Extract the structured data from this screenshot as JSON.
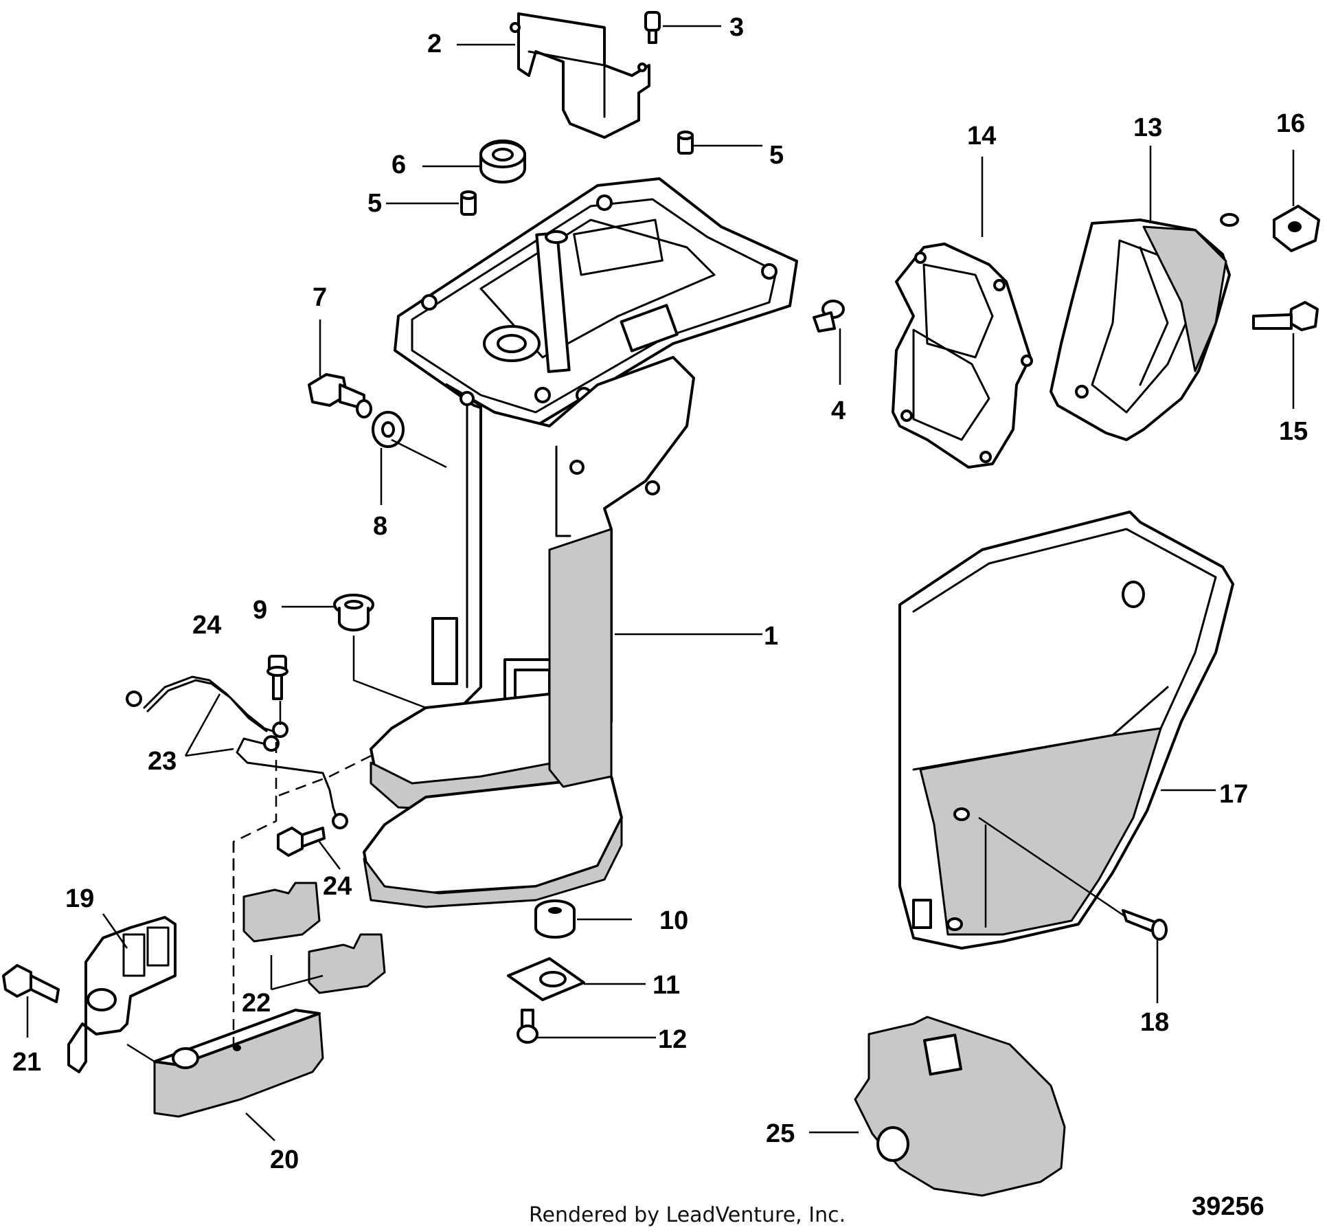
{
  "diagram": {
    "callouts": [
      {
        "id": "1",
        "label": "1"
      },
      {
        "id": "2",
        "label": "2"
      },
      {
        "id": "3",
        "label": "3"
      },
      {
        "id": "4",
        "label": "4"
      },
      {
        "id": "5a",
        "label": "5"
      },
      {
        "id": "5b",
        "label": "5"
      },
      {
        "id": "6",
        "label": "6"
      },
      {
        "id": "7",
        "label": "7"
      },
      {
        "id": "8",
        "label": "8"
      },
      {
        "id": "9",
        "label": "9"
      },
      {
        "id": "10",
        "label": "10"
      },
      {
        "id": "11",
        "label": "11"
      },
      {
        "id": "12",
        "label": "12"
      },
      {
        "id": "13",
        "label": "13"
      },
      {
        "id": "14",
        "label": "14"
      },
      {
        "id": "15",
        "label": "15"
      },
      {
        "id": "16",
        "label": "16"
      },
      {
        "id": "17",
        "label": "17"
      },
      {
        "id": "18",
        "label": "18"
      },
      {
        "id": "19",
        "label": "19"
      },
      {
        "id": "20",
        "label": "20"
      },
      {
        "id": "21",
        "label": "21"
      },
      {
        "id": "22",
        "label": "22"
      },
      {
        "id": "23",
        "label": "23"
      },
      {
        "id": "24a",
        "label": "24"
      },
      {
        "id": "24b",
        "label": "24"
      },
      {
        "id": "25",
        "label": "25"
      }
    ],
    "footer_text": "Rendered by LeadVenture, Inc.",
    "drawing_number": "39256"
  }
}
